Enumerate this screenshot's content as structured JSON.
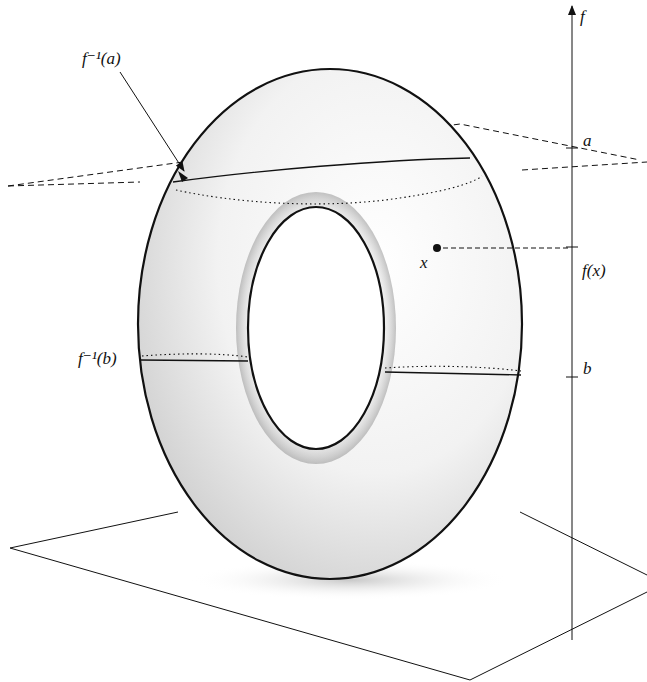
{
  "diagram": {
    "labels": [
      "f⁻¹(a)",
      "f⁻¹(b)",
      "x",
      "f(x)",
      "a",
      "b",
      "f"
    ]
  }
}
